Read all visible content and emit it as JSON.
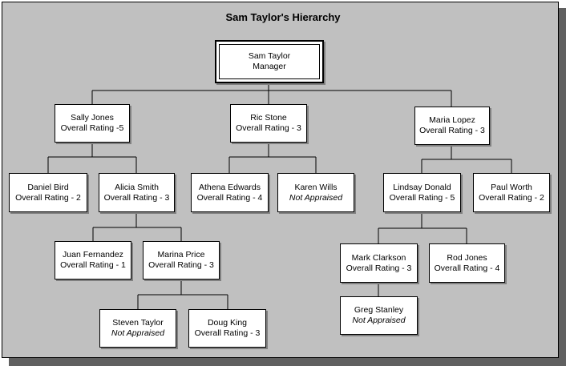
{
  "title": "Sam Taylor's Hierarchy",
  "nodes": {
    "sam": {
      "name": "Sam Taylor",
      "line2": "Manager"
    },
    "sally": {
      "name": "Sally Jones",
      "line2": "Overall Rating -5"
    },
    "ric": {
      "name": "Ric Stone",
      "line2": "Overall Rating - 3"
    },
    "maria": {
      "name": "Maria Lopez",
      "line2": "Overall Rating - 3"
    },
    "daniel": {
      "name": "Daniel Bird",
      "line2": "Overall Rating - 2"
    },
    "alicia": {
      "name": "Alicia Smith",
      "line2": "Overall Rating - 3"
    },
    "athena": {
      "name": "Athena Edwards",
      "line2": "Overall Rating - 4"
    },
    "karen": {
      "name": "Karen Wills",
      "line2": "Not Appraised"
    },
    "lindsay": {
      "name": "Lindsay Donald",
      "line2": "Overall Rating - 5"
    },
    "paul": {
      "name": "Paul Worth",
      "line2": "Overall Rating - 2"
    },
    "juan": {
      "name": "Juan Fernandez",
      "line2": "Overall Rating - 1"
    },
    "marina": {
      "name": "Marina Price",
      "line2": "Overall Rating - 3"
    },
    "mark": {
      "name": "Mark Clarkson",
      "line2": "Overall Rating - 3"
    },
    "rod": {
      "name": "Rod Jones",
      "line2": "Overall Rating - 4"
    },
    "steven": {
      "name": "Steven Taylor",
      "line2": "Not Appraised"
    },
    "doug": {
      "name": "Doug King",
      "line2": "Overall Rating - 3"
    },
    "greg": {
      "name": "Greg Stanley",
      "line2": "Not Appraised"
    }
  }
}
